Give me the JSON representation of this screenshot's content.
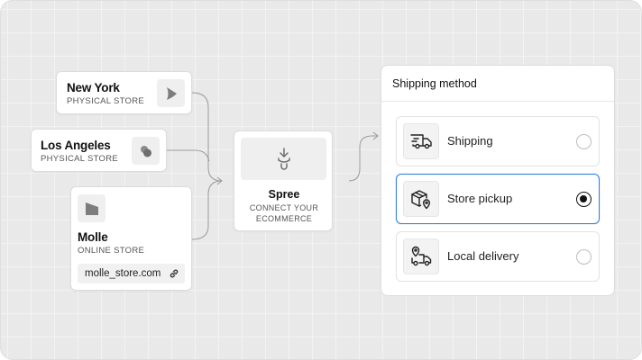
{
  "stores": [
    {
      "name": "New York",
      "type": "PHYSICAL STORE"
    },
    {
      "name": "Los Angeles",
      "type": "PHYSICAL STORE"
    },
    {
      "name": "Molle",
      "type": "ONLINE STORE",
      "url": "molle_store.com"
    }
  ],
  "hub": {
    "name": "Spree",
    "tagline_line1": "CONNECT YOUR",
    "tagline_line2": "ECOMMERCE"
  },
  "shipping_panel": {
    "title": "Shipping method",
    "options": [
      {
        "label": "Shipping",
        "icon": "truck-icon",
        "selected": false
      },
      {
        "label": "Store pickup",
        "icon": "package-pin-icon",
        "selected": true
      },
      {
        "label": "Local delivery",
        "icon": "truck-pin-icon",
        "selected": false
      }
    ]
  },
  "colors": {
    "selected_border": "#2f81d6",
    "canvas_bg": "#e9e9e9",
    "radio_checked": "#111111"
  }
}
